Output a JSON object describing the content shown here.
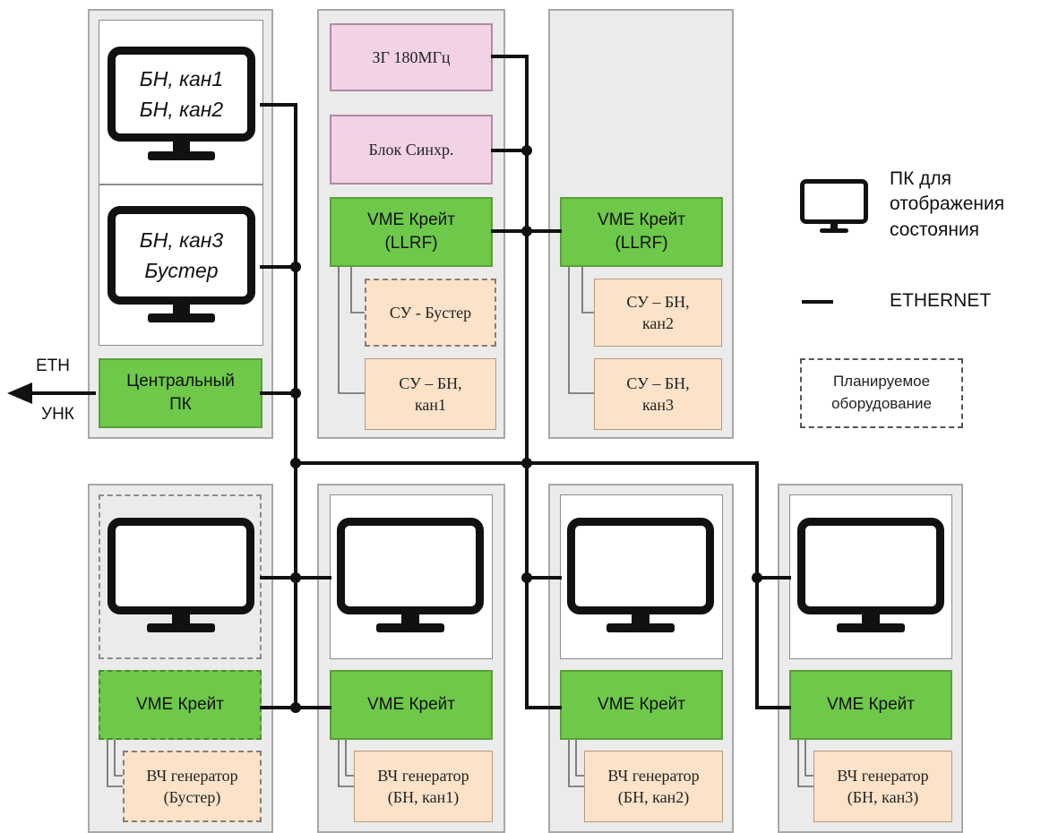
{
  "top_left": {
    "monitor1_lines": [
      "БН, кан1",
      "БН, кан2"
    ],
    "monitor2_lines": [
      "БН, кан3",
      "Бустер"
    ],
    "central_pc": [
      "Центральный",
      "ПК"
    ],
    "eth_label": "ETH",
    "unk_label": "УНК"
  },
  "top_mid": {
    "generator": "ЗГ 180МГц",
    "sync_block": "Блок Синхр.",
    "vme": [
      "VME Крейт",
      "(LLRF)"
    ],
    "su_booster": "СУ - Бустер",
    "su_bn1": [
      "СУ – БН,",
      "кан1"
    ]
  },
  "top_right": {
    "vme": [
      "VME Крейт",
      "(LLRF)"
    ],
    "su_bn2": [
      "СУ – БН,",
      "кан2"
    ],
    "su_bn3": [
      "СУ – БН,",
      "кан3"
    ]
  },
  "bottom": {
    "vme_label": "VME Крейт",
    "rf_gen": [
      [
        "ВЧ генератор",
        "(Бустер)"
      ],
      [
        "ВЧ генератор",
        "(БН, кан1)"
      ],
      [
        "ВЧ генератор",
        "(БН, кан2)"
      ],
      [
        "ВЧ генератор",
        "(БН, кан3)"
      ]
    ]
  },
  "legend": {
    "pc_label": [
      "ПК для",
      "отображения",
      "состояния"
    ],
    "ethernet_label": "ETHERNET",
    "planned_label": [
      "Планируемое",
      "оборудование"
    ]
  },
  "colors": {
    "green": "#6ec84a",
    "pink": "#f2d2e6",
    "peach": "#fbe2c8",
    "wire": "#111111",
    "panel": "#ebebeb"
  }
}
